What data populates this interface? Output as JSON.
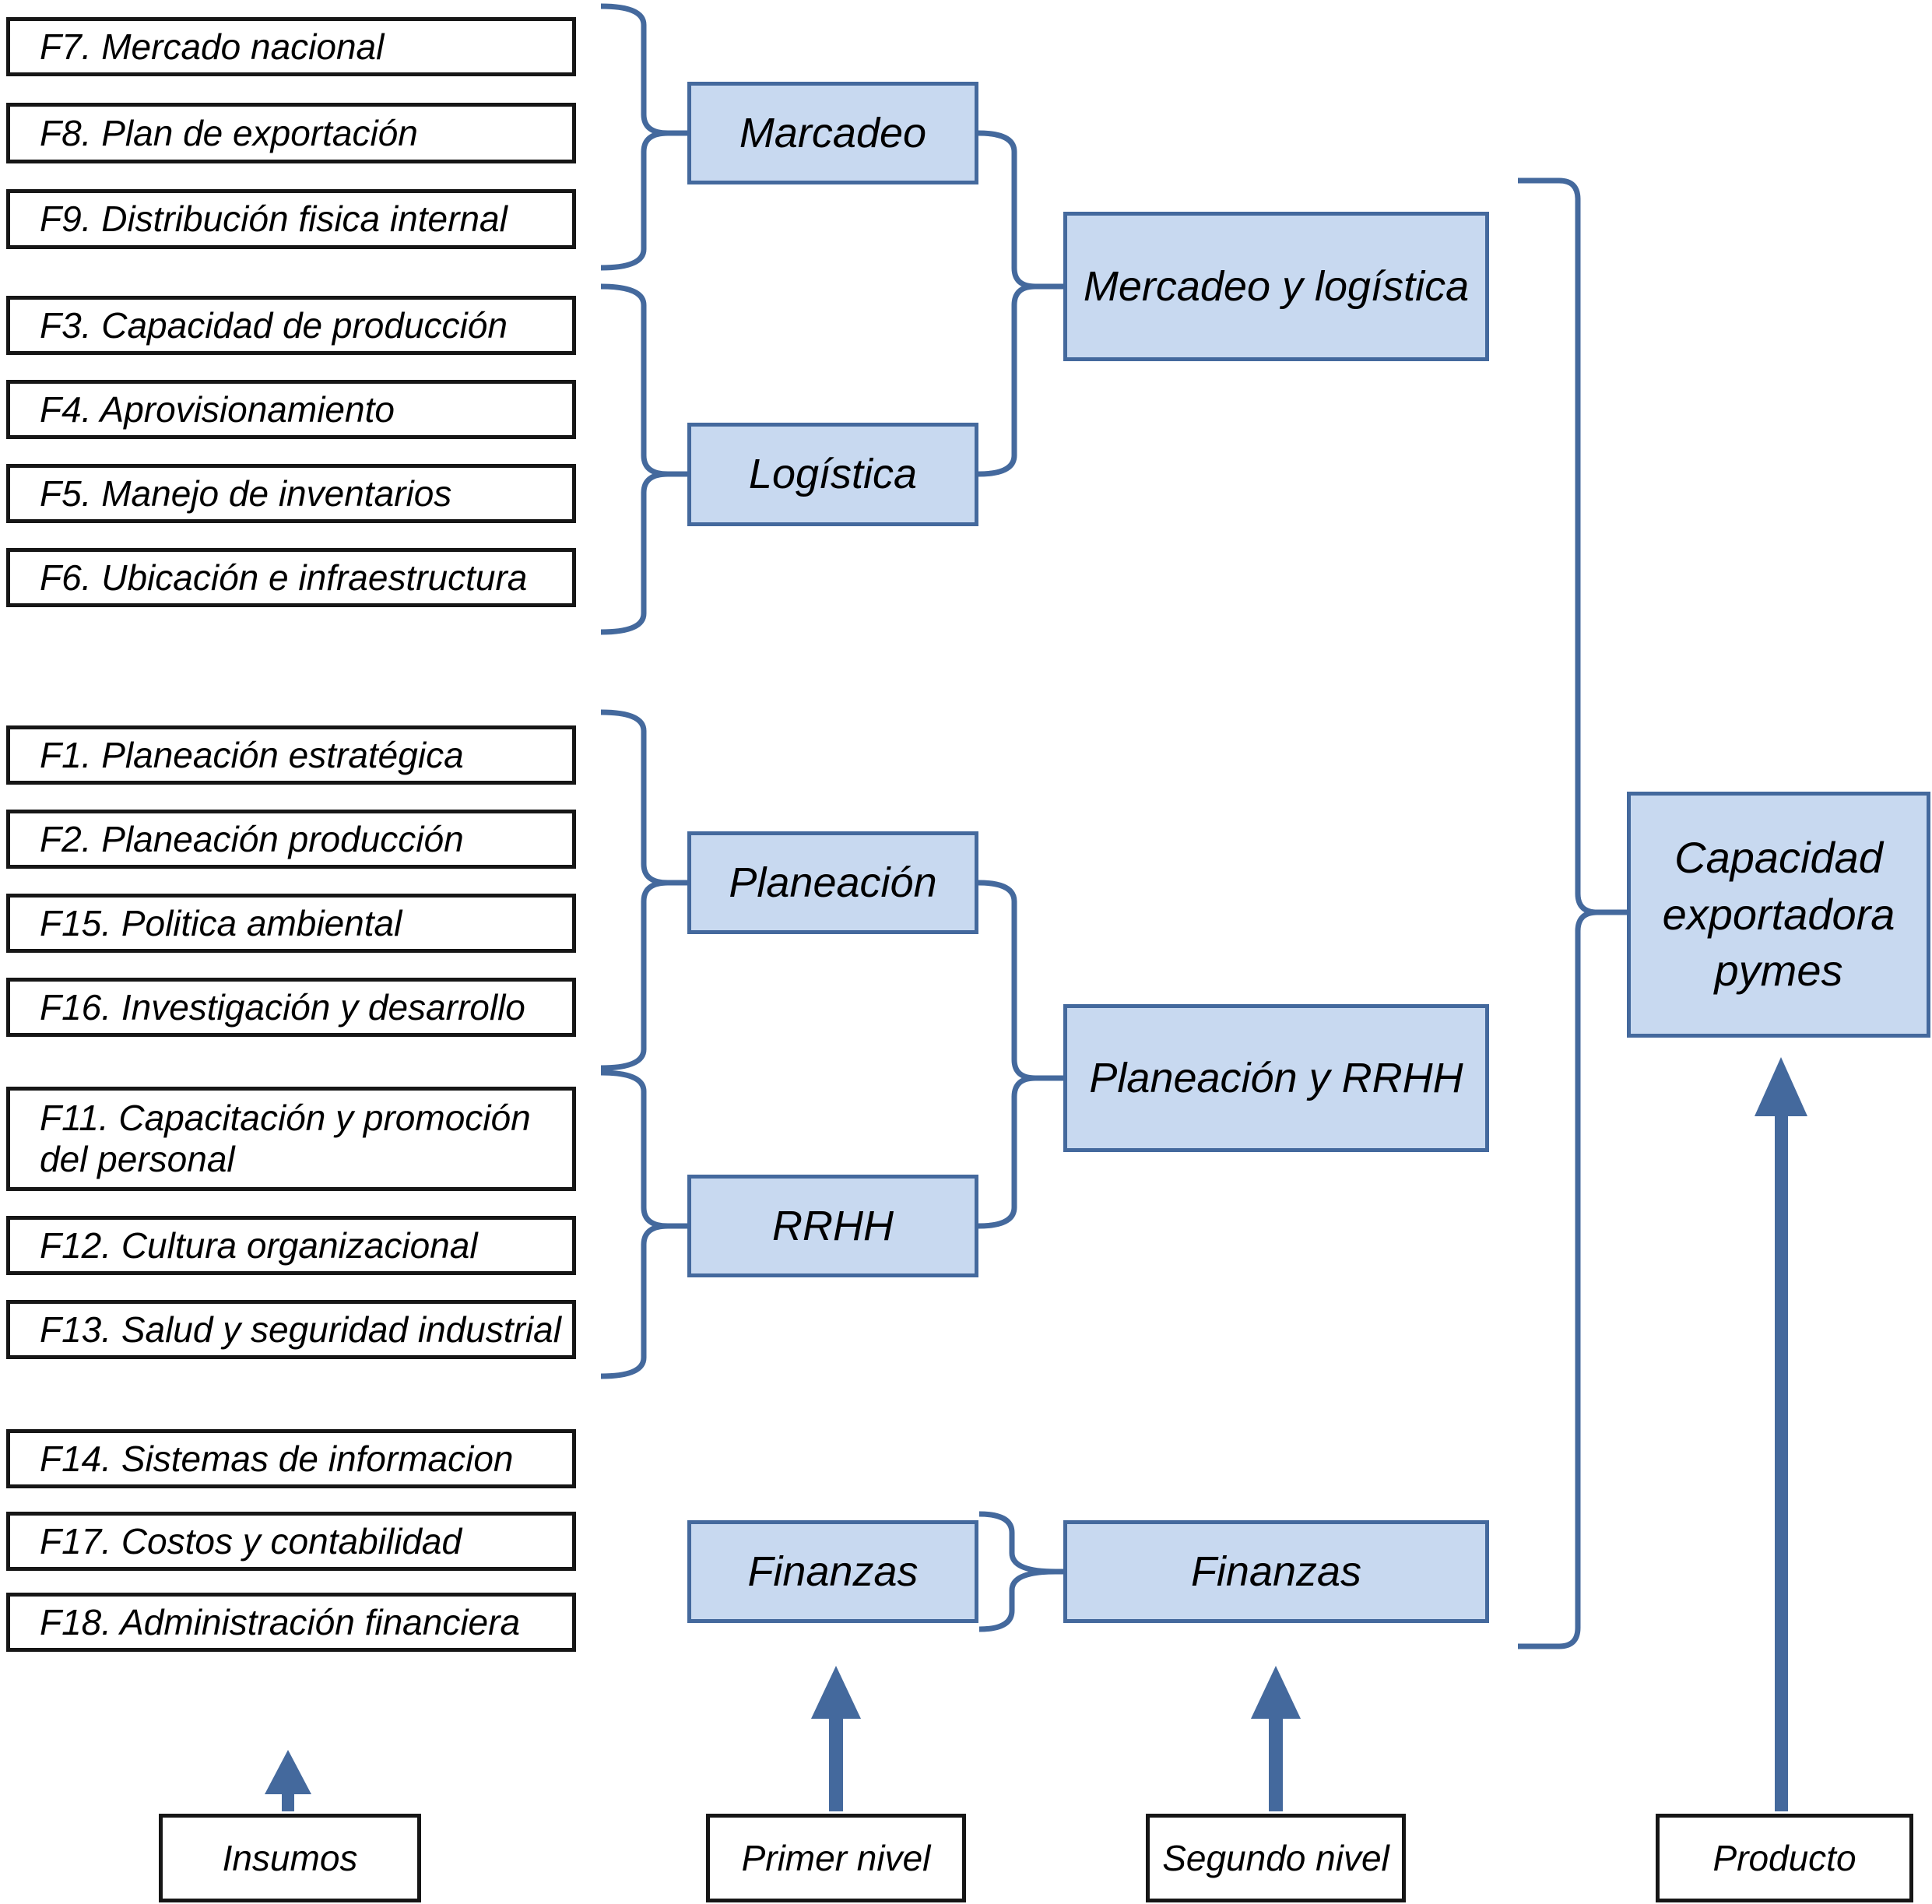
{
  "colors": {
    "node_fill": "#c8d9f0",
    "node_border": "#44699d",
    "connector": "#44699d",
    "factor_border": "#161616",
    "text": "#000000"
  },
  "factors": {
    "marketing": [
      "F7. Mercado nacional",
      "F8. Plan de exportación",
      "F9. Distribución fisica internal"
    ],
    "logistics": [
      "F3. Capacidad de producción",
      "F4. Aprovisionamiento",
      "F5. Manejo de inventarios",
      "F6. Ubicación e infraestructura"
    ],
    "planning": [
      "F1. Planeación estratégica",
      "F2. Planeación producción",
      "F15. Politica ambiental",
      "F16. Investigación y desarrollo"
    ],
    "hr": [
      "F11. Capacitación y promoción del personal",
      "F12. Cultura organizacional",
      "F13. Salud y seguridad industrial"
    ],
    "finance": [
      "F14. Sistemas de informacion",
      "F17. Costos y contabilidad",
      "F18. Administración financiera"
    ]
  },
  "first_level": {
    "marketing": "Marcadeo",
    "logistics": "Logística",
    "planning": "Planeación",
    "hr": "RRHH",
    "finance": "Finanzas"
  },
  "second_level": {
    "marketing_logistics": "Mercadeo y logística",
    "planning_hr": "Planeación y RRHH",
    "finance": "Finanzas"
  },
  "product": {
    "label": "Capacidad exportadora pymes"
  },
  "legend": {
    "inputs": "Insumos",
    "first": "Primer nivel",
    "second": "Segundo nivel",
    "product": "Producto"
  }
}
